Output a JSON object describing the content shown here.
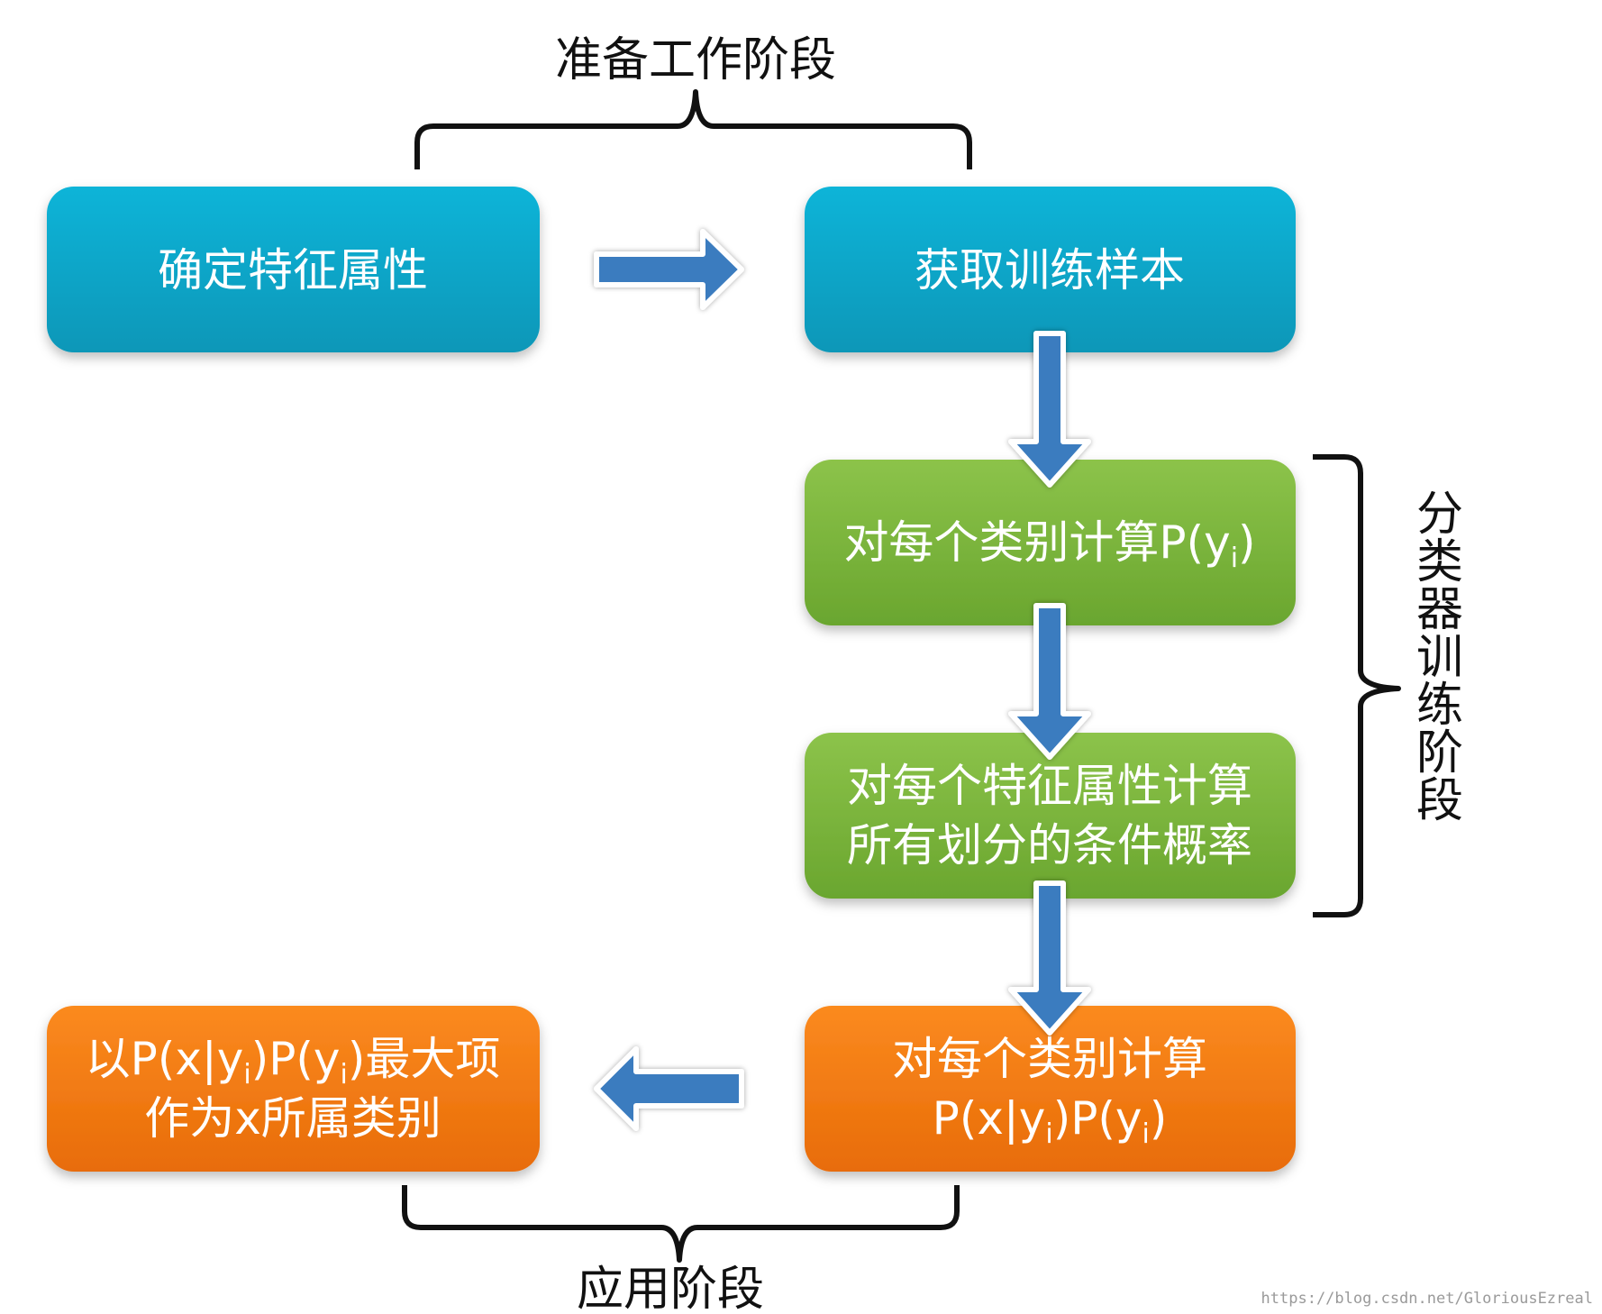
{
  "diagram": {
    "nodes": [
      {
        "id": "node-define-features",
        "text": "确定特征属性",
        "stage": "prep"
      },
      {
        "id": "node-get-samples",
        "text": "获取训练样本",
        "stage": "prep"
      },
      {
        "id": "node-class-prior",
        "lines": [
          [
            {
              "t": "对每个类别计算P(y"
            },
            {
              "t": "i",
              "sub": true
            },
            {
              "t": ")"
            }
          ]
        ],
        "stage": "train"
      },
      {
        "id": "node-cond-prob",
        "lines": [
          [
            {
              "t": "对每个特征属性计算"
            }
          ],
          [
            {
              "t": "所有划分的条件概率"
            }
          ]
        ],
        "stage": "train"
      },
      {
        "id": "node-class-score",
        "lines": [
          [
            {
              "t": "对每个类别计算"
            }
          ],
          [
            {
              "t": "P(x|y"
            },
            {
              "t": "i",
              "sub": true
            },
            {
              "t": ")P(y"
            },
            {
              "t": "i",
              "sub": true
            },
            {
              "t": ")"
            }
          ]
        ],
        "stage": "apply"
      },
      {
        "id": "node-argmax",
        "lines": [
          [
            {
              "t": "以P(x|y"
            },
            {
              "t": "i",
              "sub": true
            },
            {
              "t": ")P(y"
            },
            {
              "t": "i",
              "sub": true
            },
            {
              "t": ")最大项"
            }
          ],
          [
            {
              "t": "作为x所属类别"
            }
          ]
        ],
        "stage": "apply"
      }
    ],
    "edges": [
      {
        "from": "node-define-features",
        "to": "node-get-samples"
      },
      {
        "from": "node-get-samples",
        "to": "node-class-prior"
      },
      {
        "from": "node-class-prior",
        "to": "node-cond-prob"
      },
      {
        "from": "node-cond-prob",
        "to": "node-class-score"
      },
      {
        "from": "node-class-score",
        "to": "node-argmax"
      }
    ],
    "stages": {
      "prep": "准备工作阶段",
      "train": "分类器训练阶段",
      "apply": "应用阶段"
    },
    "watermark": "https://blog.csdn.net/GloriousEzreal",
    "colors": {
      "prep": "#0aa7c9",
      "train": "#79b53c",
      "apply": "#f07811",
      "arrow": "#3a7bbf",
      "bracket": "#111111"
    }
  }
}
